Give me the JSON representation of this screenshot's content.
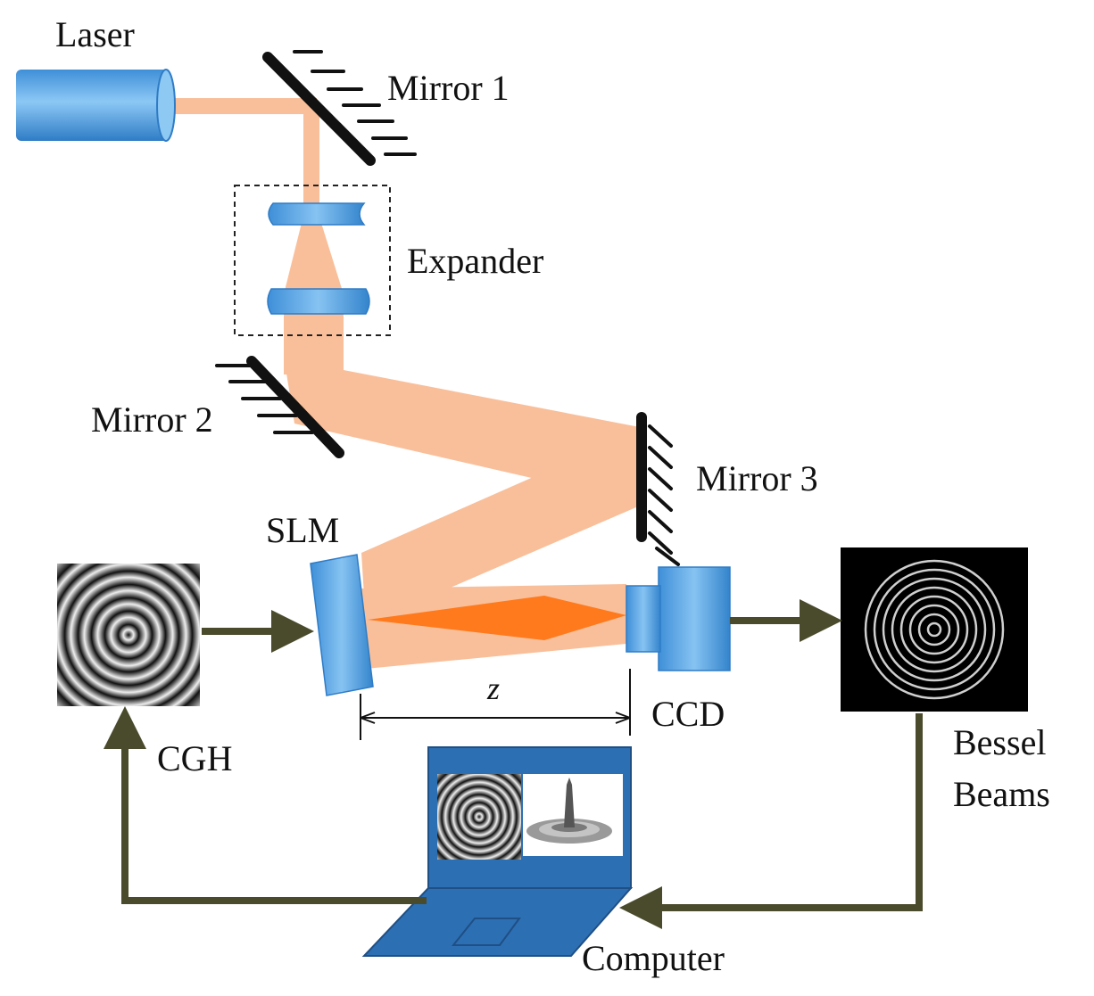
{
  "labels": {
    "laser": "Laser",
    "mirror1": "Mirror 1",
    "expander": "Expander",
    "mirror2": "Mirror 2",
    "mirror3": "Mirror 3",
    "slm": "SLM",
    "cgh": "CGH",
    "ccd": "CCD",
    "bessel_line1": "Bessel",
    "bessel_line2": "Beams",
    "computer": "Computer",
    "distance": "z"
  },
  "colors": {
    "beam": "#f9bf9a",
    "focus": "#ff7a1c",
    "component_blue": "#5aa6e6",
    "arrow": "#4a4a2c",
    "laptop_blue": "#2d6fb3"
  }
}
